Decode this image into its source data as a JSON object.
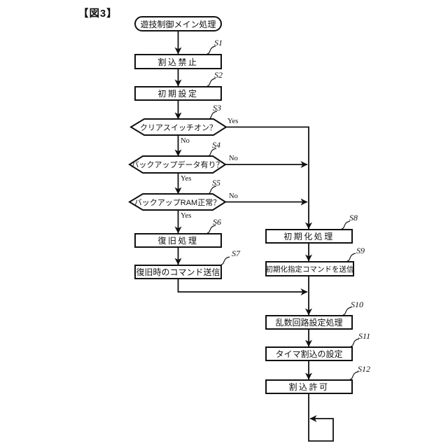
{
  "figure_label": "【図3】",
  "diagram": {
    "type": "flowchart",
    "start": {
      "label": "遊技制御メイン処理"
    },
    "nodes": [
      {
        "id": "S1",
        "type": "process",
        "label": "割込禁止"
      },
      {
        "id": "S2",
        "type": "process",
        "label": "初期設定"
      },
      {
        "id": "S3",
        "type": "decision",
        "label": "クリアスイッチオン？",
        "yes_label": "Yes",
        "no_label": "No"
      },
      {
        "id": "S4",
        "type": "decision",
        "label": "バックアップデータ有り？",
        "yes_label": "Yes",
        "no_label": "No"
      },
      {
        "id": "S5",
        "type": "decision",
        "label": "バックアップRAM正常？",
        "yes_label": "Yes",
        "no_label": "No"
      },
      {
        "id": "S6",
        "type": "process",
        "label": "復旧処理"
      },
      {
        "id": "S7",
        "type": "process",
        "label": "復旧時のコマンド送信"
      },
      {
        "id": "S8",
        "type": "process",
        "label": "初期化処理"
      },
      {
        "id": "S9",
        "type": "process",
        "label": "初期化指定コマンドを送信"
      },
      {
        "id": "S10",
        "type": "process",
        "label": "乱数回路設定処理"
      },
      {
        "id": "S11",
        "type": "process",
        "label": "タイマ割込の設定"
      },
      {
        "id": "S12",
        "type": "process",
        "label": "割込許可"
      }
    ],
    "edges": [
      {
        "from": "start",
        "to": "S1"
      },
      {
        "from": "S1",
        "to": "S2"
      },
      {
        "from": "S2",
        "to": "S3"
      },
      {
        "from": "S3",
        "to": "S4",
        "label": "No"
      },
      {
        "from": "S3",
        "to": "S8",
        "label": "Yes"
      },
      {
        "from": "S4",
        "to": "S5",
        "label": "Yes"
      },
      {
        "from": "S4",
        "to": "S8",
        "label": "No"
      },
      {
        "from": "S5",
        "to": "S6",
        "label": "Yes"
      },
      {
        "from": "S5",
        "to": "S8",
        "label": "No"
      },
      {
        "from": "S6",
        "to": "S7"
      },
      {
        "from": "S7",
        "to": "S10"
      },
      {
        "from": "S8",
        "to": "S9"
      },
      {
        "from": "S9",
        "to": "S10"
      },
      {
        "from": "S10",
        "to": "S11"
      },
      {
        "from": "S11",
        "to": "S12"
      },
      {
        "from": "S12",
        "to": "S12",
        "type": "loop"
      }
    ]
  }
}
